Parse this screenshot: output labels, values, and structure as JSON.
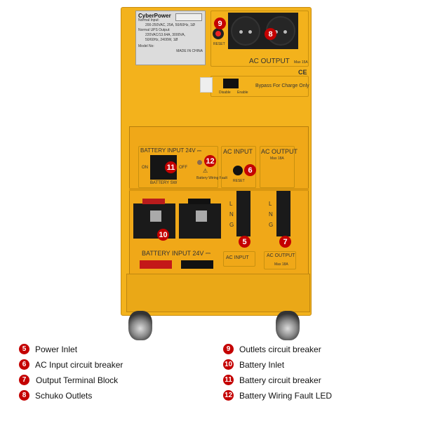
{
  "device": {
    "label": {
      "brand": "CyberPower",
      "lines": [
        "Normal Input:",
        "200-250VAC, 25A, 50/60Hz, 1Ø",
        "Normal UPS Output:",
        "220VAC/13.64A, 3000VA,",
        "50/60Hz, 2400W, 1Ø",
        "Model No:"
      ],
      "made_in": "MADE IN CHINA"
    },
    "top_panel": {
      "title": "AC OUTPUT",
      "max": "Max 15A",
      "reset": "RESET",
      "ce": "CE",
      "bypass": "Bypass For Charge Only",
      "switch_left": "Disable",
      "switch_right": "Enable"
    },
    "battery_section": {
      "title": "BATTERY INPUT 24V ⎓",
      "on": "ON",
      "off": "OFF",
      "sw": "BATTERY SW",
      "fault": "Battery Wiring Fault"
    },
    "ac_input": {
      "title": "AC INPUT",
      "reset": "RESET"
    },
    "ac_output": {
      "title": "AC OUTPUT",
      "max": "Max 18A"
    },
    "terminal_labels": [
      "L",
      "N",
      "G"
    ],
    "bottom_labels": {
      "battery": "BATTERY INPUT 24V ⎓",
      "ac_input": "AC INPUT",
      "ac_output": "AC OUTPUT",
      "ac_output_max": "Max 18A"
    },
    "markers": [
      "9",
      "8",
      "12",
      "11",
      "6",
      "10",
      "5",
      "7"
    ]
  },
  "legend": [
    {
      "num": "5",
      "text": "Power Inlet"
    },
    {
      "num": "6",
      "text": "AC Input circuit breaker"
    },
    {
      "num": "7",
      "text": "Output Terminal Block"
    },
    {
      "num": "8",
      "text": "Schuko Outlets"
    },
    {
      "num": "9",
      "text": "Outlets circuit breaker"
    },
    {
      "num": "10",
      "text": "Battery Inlet"
    },
    {
      "num": "11",
      "text": "Battery circuit breaker"
    },
    {
      "num": "12",
      "text": "Battery Wiring Fault LED"
    }
  ],
  "colors": {
    "body": "#f3b21c",
    "marker": "#c40000"
  }
}
